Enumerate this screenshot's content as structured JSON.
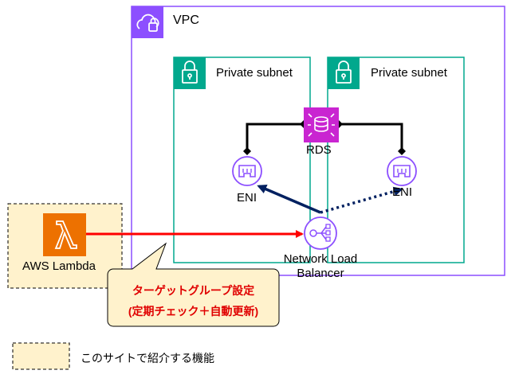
{
  "vpc": {
    "label": "VPC",
    "border_color": "#8C4FFF"
  },
  "subnets": [
    {
      "label": "Private subnet",
      "border_color": "#01A88D"
    },
    {
      "label": "Private subnet",
      "border_color": "#01A88D"
    }
  ],
  "rds": {
    "label": "RDS",
    "color": "#C925D1"
  },
  "eni_left": {
    "label": "ENI",
    "color": "#8C4FFF"
  },
  "eni_right": {
    "label": "ENI",
    "color": "#8C4FFF"
  },
  "nlb": {
    "label_line1": "Network Load",
    "label_line2": "Balancer",
    "color": "#8C4FFF"
  },
  "lambda": {
    "label": "AWS Lambda",
    "color": "#ED7100"
  },
  "callout": {
    "line1": "ターゲットグループ設定",
    "line2": "(定期チェック＋自動更新)",
    "text_color": "#E00000",
    "fill": "#FFF2CC"
  },
  "legend": {
    "label": "このサイトで紹介する機能",
    "fill": "#FFF2CC"
  },
  "arrow_colors": {
    "lambda_to_nlb": "#FF0000",
    "nlb_to_eni": "#002060",
    "db_link": "#000000"
  }
}
